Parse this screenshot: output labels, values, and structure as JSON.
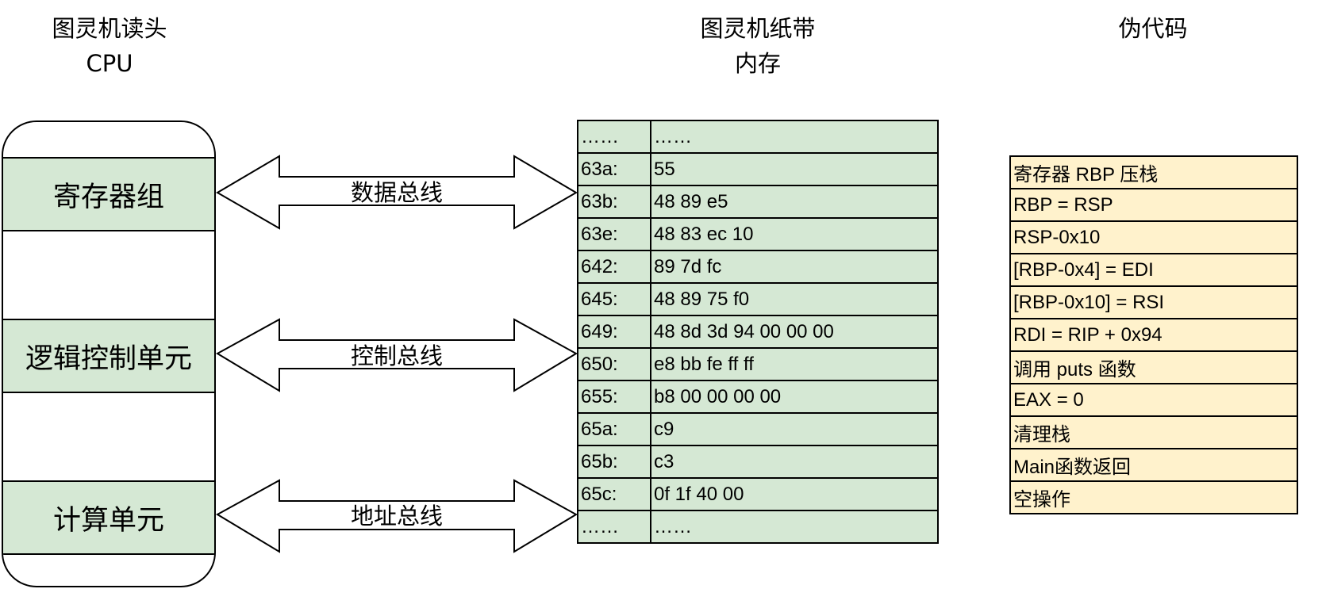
{
  "titles": {
    "cpu": {
      "line1": "图灵机读头",
      "line2": "CPU"
    },
    "memory": {
      "line1": "图灵机纸带",
      "line2": "内存"
    },
    "pseudo": {
      "line1": "伪代码"
    }
  },
  "cpu_units": [
    "寄存器组",
    "逻辑控制单元",
    "计算单元"
  ],
  "buses": [
    "数据总线",
    "控制总线",
    "地址总线"
  ],
  "memory_rows": [
    {
      "addr": "……",
      "bytes": "……"
    },
    {
      "addr": "63a:",
      "bytes": "55"
    },
    {
      "addr": "63b:",
      "bytes": "48 89 e5"
    },
    {
      "addr": "63e:",
      "bytes": "48 83 ec 10"
    },
    {
      "addr": "642:",
      "bytes": "89 7d fc"
    },
    {
      "addr": "645:",
      "bytes": "48 89 75 f0"
    },
    {
      "addr": "649:",
      "bytes": "48 8d 3d 94 00 00 00"
    },
    {
      "addr": "650:",
      "bytes": "e8 bb fe ff ff"
    },
    {
      "addr": "655:",
      "bytes": "b8 00 00 00 00"
    },
    {
      "addr": "65a:",
      "bytes": "c9"
    },
    {
      "addr": "65b:",
      "bytes": "c3"
    },
    {
      "addr": "65c:",
      "bytes": "0f 1f 40 00"
    },
    {
      "addr": "……",
      "bytes": "……"
    }
  ],
  "pseudo_code": [
    "寄存器 RBP 压栈",
    "RBP = RSP",
    "RSP-0x10",
    "[RBP-0x4] = EDI",
    "[RBP-0x10] = RSI",
    "RDI = RIP + 0x94",
    "调用 puts 函数",
    "EAX = 0",
    "清理栈",
    "Main函数返回",
    "空操作"
  ],
  "colors": {
    "cpu_unit_fill": "#d5e8d4",
    "memory_fill": "#d5e8d4",
    "pseudo_fill": "#fff2cc",
    "stroke": "#000000"
  }
}
